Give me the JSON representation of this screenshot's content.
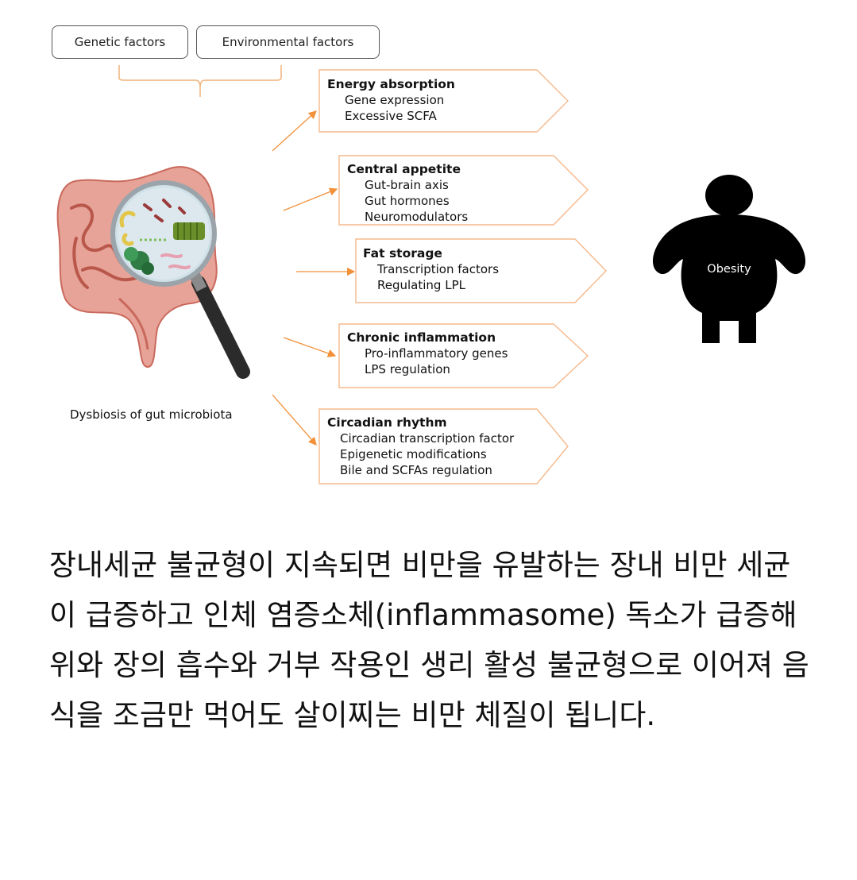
{
  "factors": [
    "Genetic factors",
    "Environmental factors"
  ],
  "mechanisms": [
    {
      "title": "Energy absorption",
      "items": [
        "Gene expression",
        "Excessive SCFA"
      ]
    },
    {
      "title": "Central appetite",
      "items": [
        "Gut-brain axis",
        "Gut hormones",
        "Neuromodulators"
      ]
    },
    {
      "title": "Fat storage",
      "items": [
        "Transcription factors",
        "Regulating LPL"
      ]
    },
    {
      "title": "Chronic inflammation",
      "items": [
        "Pro-inflammatory genes",
        "LPS regulation"
      ]
    },
    {
      "title": "Circadian rhythm",
      "items": [
        "Circadian transcription factor",
        "Epigenetic modifications",
        "Bile and SCFAs regulation"
      ]
    }
  ],
  "gut_caption": "Dysbiosis of gut microbiota",
  "outcome": "Obesity",
  "colors": {
    "arrow": "#f2913a",
    "box_border": "#f5b98c",
    "silhouette": "#000000",
    "intestine": "#d9847a"
  },
  "icons": [
    "intestine-icon",
    "magnifier-icon",
    "person-silhouette-icon"
  ],
  "paragraph": "장내세균 불균형이 지속되면 비만을 유발하는 장내 비만 세균이 급증하고 인체 염증소체(inflammasome) 독소가 급증해 위와 장의 흡수와 거부 작용인 생리 활성 불균형으로 이어져 음식을 조금만 먹어도 살이찌는 비만 체질이 됩니다."
}
